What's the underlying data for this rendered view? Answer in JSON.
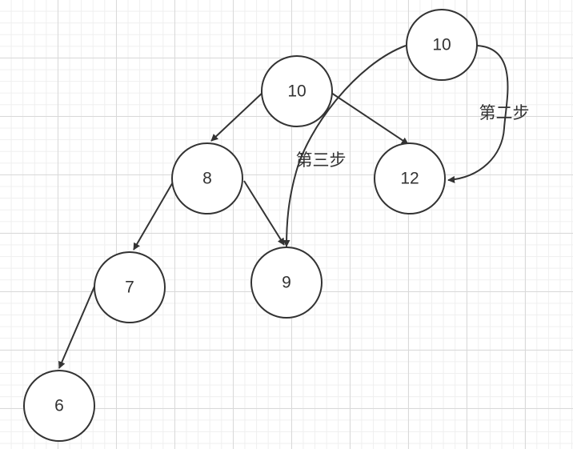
{
  "nodes": {
    "root": "10",
    "n8": "8",
    "n12": "12",
    "n7": "7",
    "n9": "9",
    "n6": "6",
    "moving": "10"
  },
  "labels": {
    "step2": "第二步",
    "step3": "第三步"
  },
  "colors": {
    "stroke": "#333333",
    "background": "#ffffff",
    "grid": "#d9d9d9"
  }
}
